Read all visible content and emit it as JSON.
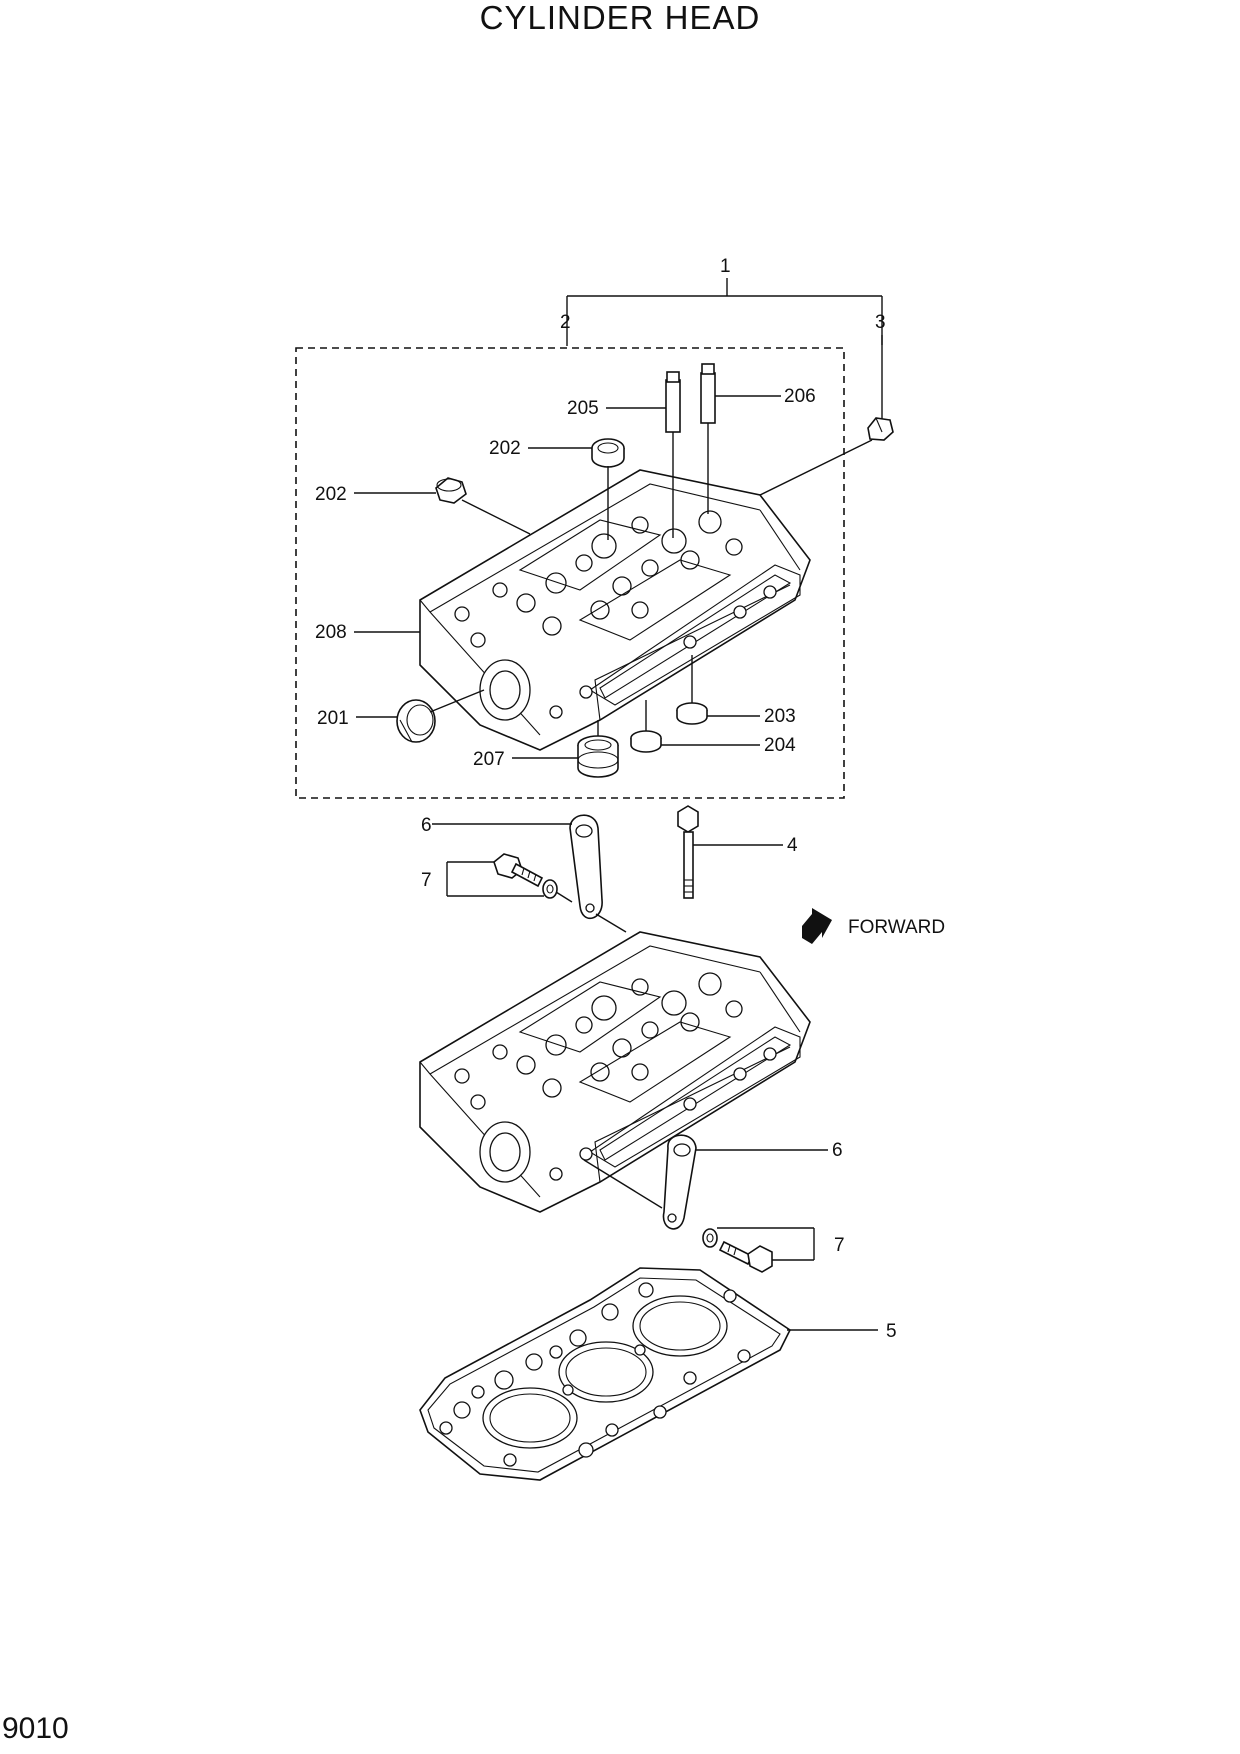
{
  "title": "CYLINDER HEAD",
  "page_number": "9010",
  "forward_label": "FORWARD",
  "callouts": {
    "c1": "1",
    "c2": "2",
    "c3": "3",
    "c205": "205",
    "c206": "206",
    "c202a": "202",
    "c202b": "202",
    "c208": "208",
    "c201": "201",
    "c203": "203",
    "c204": "204",
    "c207": "207",
    "c6a": "6",
    "c7a": "7",
    "c4": "4",
    "c6b": "6",
    "c7b": "7",
    "c5": "5"
  }
}
